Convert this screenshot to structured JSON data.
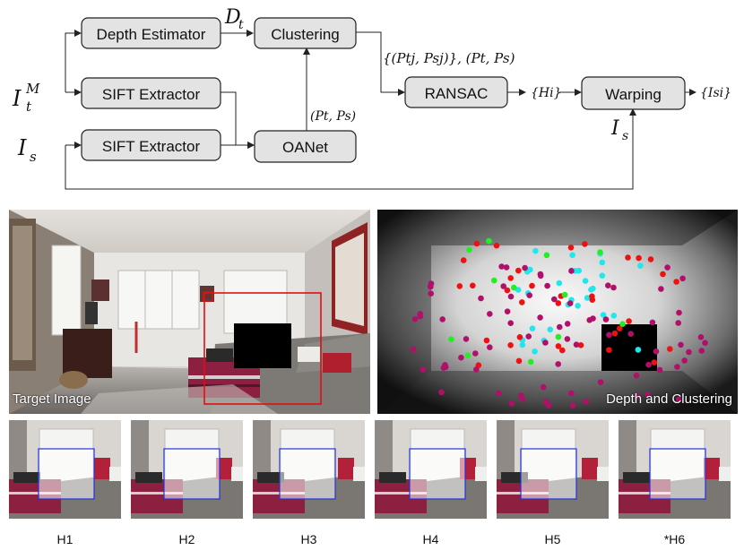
{
  "diagram": {
    "nodes": {
      "depth": "Depth Estimator",
      "clustering": "Clustering",
      "sift1": "SIFT Extractor",
      "sift2": "SIFT Extractor",
      "ransac": "RANSAC",
      "oanet": "OANet",
      "warping": "Warping"
    },
    "labels": {
      "it_base": "I",
      "it_sub": "t",
      "it_sup": "M",
      "is_base": "I",
      "is_sub": "s",
      "dt_base": "D",
      "dt_sub": "t",
      "pt_ps": "(Pt, Ps)",
      "matches": "{(Ptj, Psj)}, (Pt, Ps)",
      "hi": "{Hi}",
      "out": "{Isi}",
      "warp_is_base": "I",
      "warp_is_sub": "s"
    }
  },
  "images": {
    "target_caption": "Target Image",
    "depth_caption": "Depth and Clustering"
  },
  "homographies": [
    "H1",
    "H2",
    "H3",
    "H4",
    "H5",
    "*H6"
  ],
  "colors": {
    "cluster_cyan": "#22e6ee",
    "cluster_red": "#ee1111",
    "cluster_green": "#22ee22",
    "cluster_magenta": "#b0106a",
    "hole": "#000000",
    "target_box": "#e01010",
    "thumb_box": "#2233dd"
  }
}
